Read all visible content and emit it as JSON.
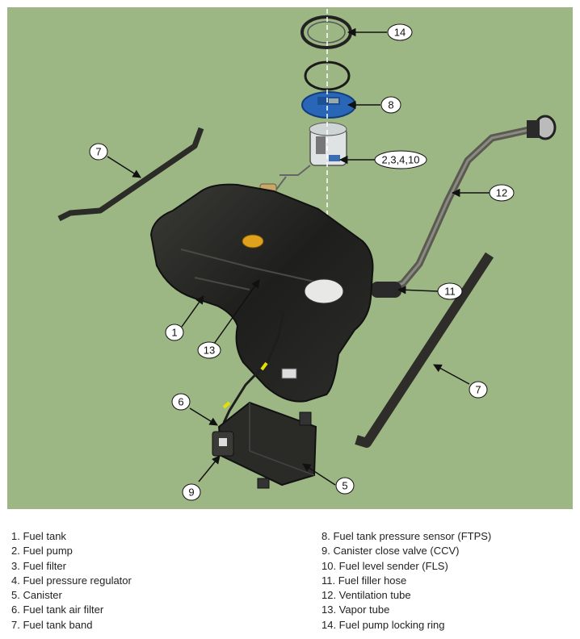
{
  "colors": {
    "background": "#9db784",
    "legend_text": "#222222"
  },
  "callouts": [
    "14",
    "8",
    "2,3,4,10",
    "7",
    "12",
    "11",
    "1",
    "13",
    "6",
    "5",
    "9",
    "7"
  ],
  "legend": [
    "1. Fuel tank",
    "2. Fuel pump",
    "3. Fuel filter",
    "4. Fuel pressure regulator",
    "5. Canister",
    "6. Fuel tank air filter",
    "7. Fuel tank band",
    "8. Fuel tank pressure sensor (FTPS)",
    "9. Canister close valve (CCV)",
    "10. Fuel level sender (FLS)",
    "11. Fuel filler hose",
    "12. Ventilation tube",
    "13. Vapor tube",
    "14. Fuel pump locking ring"
  ]
}
